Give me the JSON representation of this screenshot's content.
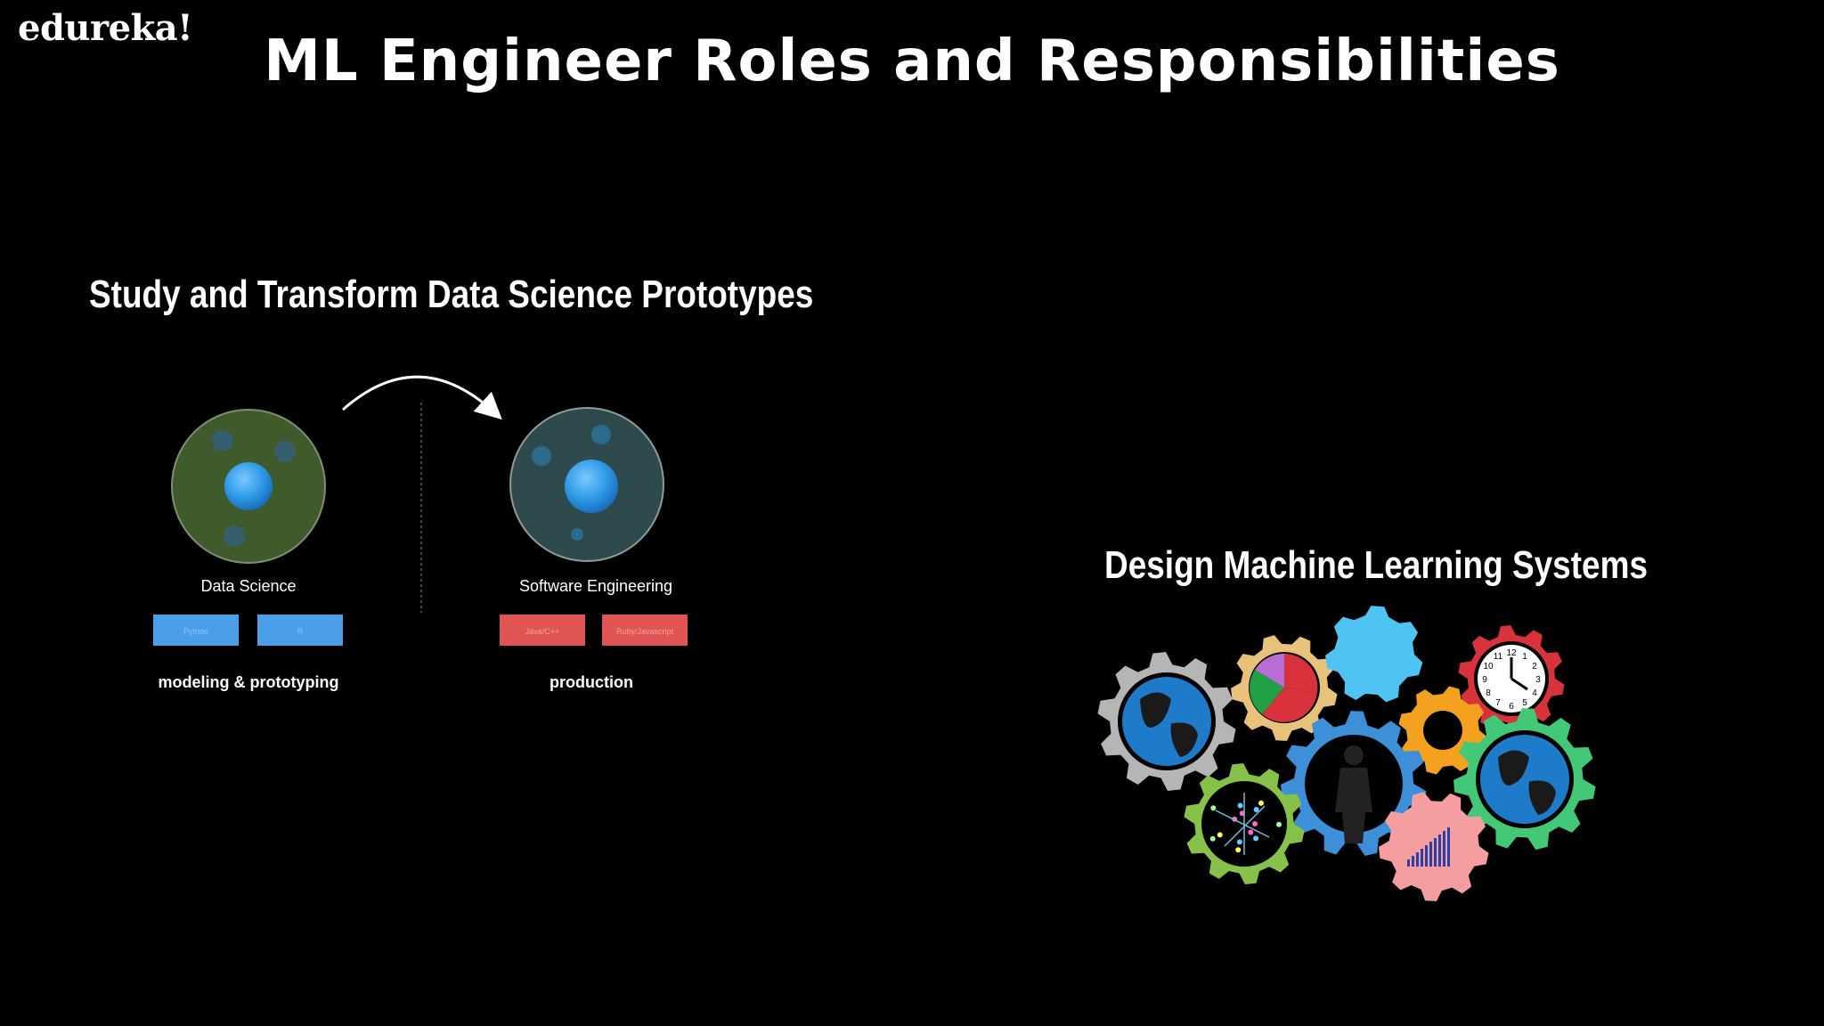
{
  "brand": {
    "logo_text": "edureka!"
  },
  "slide": {
    "title": "ML Engineer Roles and Responsibilities"
  },
  "left_section": {
    "heading": "Study and Transform Data Science Prototypes",
    "left_circle_label": "Data Science",
    "right_circle_label": "Software Engineering",
    "left_tags": [
      "Python",
      "R"
    ],
    "right_tags": [
      "Java/C++",
      "Ruby/Javascript"
    ],
    "left_caption": "modeling & prototyping",
    "right_caption": "production",
    "colors": {
      "left_circle": "#3f5a2b",
      "right_circle": "#2f4a4c",
      "blue_tag": "#4a9fe8",
      "red_tag": "#e05454",
      "core": "#2f9be8"
    }
  },
  "right_section": {
    "heading": "Design Machine Learning Systems",
    "gear_icons": [
      "globe-gear-icon",
      "pie-chart-gear-icon",
      "blue-gear-icon",
      "clock-gear-icon",
      "orange-gear-icon",
      "person-gear-icon",
      "network-gear-icon",
      "globe-green-gear-icon",
      "bar-chart-gear-icon"
    ],
    "clock_numerals": [
      "12",
      "1",
      "2",
      "3",
      "4",
      "5",
      "6",
      "7",
      "8",
      "9",
      "10",
      "11"
    ],
    "colors": {
      "gray": "#b5b5b5",
      "tan": "#e8c27a",
      "sky": "#4fc3f2",
      "red": "#d8323c",
      "orange": "#f3a11e",
      "blue": "#3d8fd8",
      "green_light": "#86c24a",
      "green": "#43c877",
      "pink": "#f49ea0"
    }
  }
}
